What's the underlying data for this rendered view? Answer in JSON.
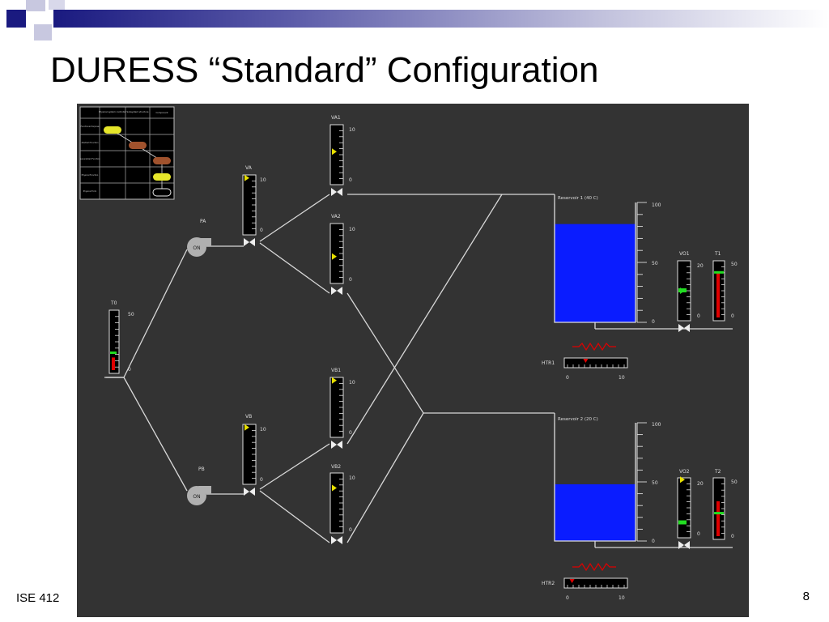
{
  "slide": {
    "title": "DURESS “Standard” Configuration",
    "footer_left": "ISE 412",
    "page_number": "8"
  },
  "colors": {
    "background": "#333333",
    "pipe": "#d8d8d8",
    "water": "#0a1cff",
    "setpoint_marker": "#e8e000",
    "flow_indicator": "#22dd22",
    "temperature_bar": "#e00000",
    "heater_coil": "#e00000",
    "pump": "#b0b0b0"
  },
  "abstraction_hierarchy": {
    "column_headers": [
      "Physical system controller",
      "Subsystem structure",
      "Component"
    ],
    "row_labels": [
      "Functional Purpose",
      "Abstract Function",
      "Generalized Function",
      "Physical Function",
      "Physical Form"
    ]
  },
  "pumps": [
    {
      "id": "PA",
      "label": "PA",
      "state": "ON"
    },
    {
      "id": "PB",
      "label": "PB",
      "state": "ON"
    }
  ],
  "valves": [
    {
      "id": "T0",
      "label": "T0",
      "max": "50",
      "min": "0",
      "flow_level": 0.32,
      "fill_level": 0.2
    },
    {
      "id": "VA",
      "label": "VA",
      "max": "10",
      "min": "0",
      "setpoint_level": 0.95
    },
    {
      "id": "VA1",
      "label": "VA1",
      "max": "10",
      "min": "0",
      "setpoint_level": 0.55
    },
    {
      "id": "VA2",
      "label": "VA2",
      "max": "10",
      "min": "0",
      "setpoint_level": 0.45
    },
    {
      "id": "VB",
      "label": "VB",
      "max": "10",
      "min": "0",
      "setpoint_level": 0.95
    },
    {
      "id": "VB1",
      "label": "VB1",
      "max": "10",
      "min": "0",
      "setpoint_level": 0.95
    },
    {
      "id": "VB2",
      "label": "VB2",
      "max": "10",
      "min": "0",
      "setpoint_level": 0.75
    }
  ],
  "reservoirs": [
    {
      "id": "R1",
      "label": "Reservoir 1  (40 C)",
      "scale_max": "100",
      "scale_mid": "50",
      "scale_min": "0",
      "level_percent": 82
    },
    {
      "id": "R2",
      "label": "Reservoir 2  (20 C)",
      "scale_max": "100",
      "scale_mid": "50",
      "scale_min": "0",
      "level_percent": 48
    }
  ],
  "outputs": [
    {
      "id": "VO1",
      "label": "VO1",
      "max": "20",
      "min": "0",
      "flow_level": 0.5,
      "setpoint_level": 0.5
    },
    {
      "id": "VO2",
      "label": "VO2",
      "max": "20",
      "min": "0",
      "flow_level": 0.25,
      "setpoint_level": 0.97
    }
  ],
  "temps": [
    {
      "id": "T1",
      "label": "T1",
      "max": "50",
      "min": "0",
      "level": 0.8,
      "goal_level": 0.8
    },
    {
      "id": "T2",
      "label": "T2",
      "max": "50",
      "min": "0",
      "level": 0.62,
      "goal_level": 0.42
    }
  ],
  "heaters": [
    {
      "id": "HTR1",
      "label": "HTR1",
      "min": "0",
      "max": "10",
      "value": 3.2
    },
    {
      "id": "HTR2",
      "label": "HTR2",
      "min": "0",
      "max": "10",
      "value": 0.8
    }
  ]
}
